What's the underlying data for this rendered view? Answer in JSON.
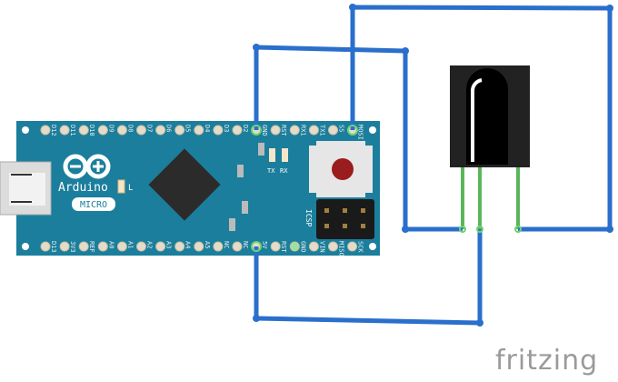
{
  "board": {
    "brand": "Arduino",
    "model": "MICRO",
    "led_l": "L",
    "led_tx": "TX",
    "led_rx": "RX",
    "icsp": "ICSP",
    "top_pins": [
      "D12",
      "D11",
      "D10",
      "D9",
      "D8",
      "D7",
      "D6",
      "D5",
      "D4",
      "D3",
      "D2",
      "GND",
      "RST",
      "RX1",
      "TX1",
      "SS",
      "MOSI"
    ],
    "bottom_pins": [
      "D13",
      "3V3",
      "REF",
      "A0",
      "A1",
      "A2",
      "A3",
      "A4",
      "A5",
      "NC",
      "NC",
      "5V",
      "RST",
      "GND",
      "VIN",
      "MISO",
      "SCK"
    ],
    "color": "#1b7e9c"
  },
  "connections": [
    {
      "from": "GND",
      "to": "IR receiver pin 1"
    },
    {
      "from": "5V",
      "to": "IR receiver pin 2"
    },
    {
      "from": "MOSI",
      "to": "IR receiver pin 3"
    }
  ],
  "colors": {
    "wire": "#2a6fcc",
    "leg": "#5bb55b",
    "receiver": "#222222"
  },
  "watermark": "fritzing"
}
